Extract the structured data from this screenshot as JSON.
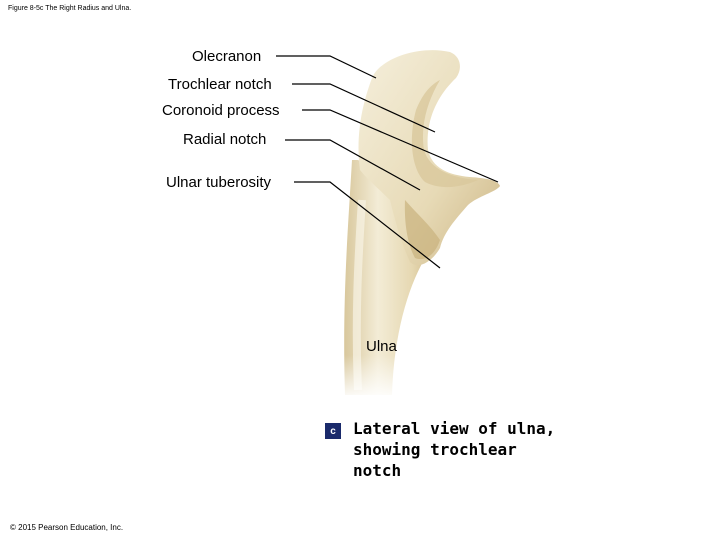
{
  "figure_title": "Figure 8-5c The Right Radius and Ulna.",
  "labels": {
    "olecranon": "Olecranon",
    "trochlear_notch": "Trochlear notch",
    "coronoid_process": "Coronoid process",
    "radial_notch": "Radial notch",
    "ulnar_tuberosity": "Ulnar tuberosity",
    "ulna": "Ulna"
  },
  "panel": {
    "letter": "c",
    "caption_lines": [
      "Lateral view of ulna,",
      "showing trochlear",
      "notch"
    ]
  },
  "copyright": "© 2015 Pearson Education, Inc.",
  "colors": {
    "bone_light": "#f1ead2",
    "bone_mid": "#e2d4ae",
    "bone_shadow": "#c9b27e",
    "leader_line": "#000000",
    "panel_badge": "#1a2a6b"
  }
}
